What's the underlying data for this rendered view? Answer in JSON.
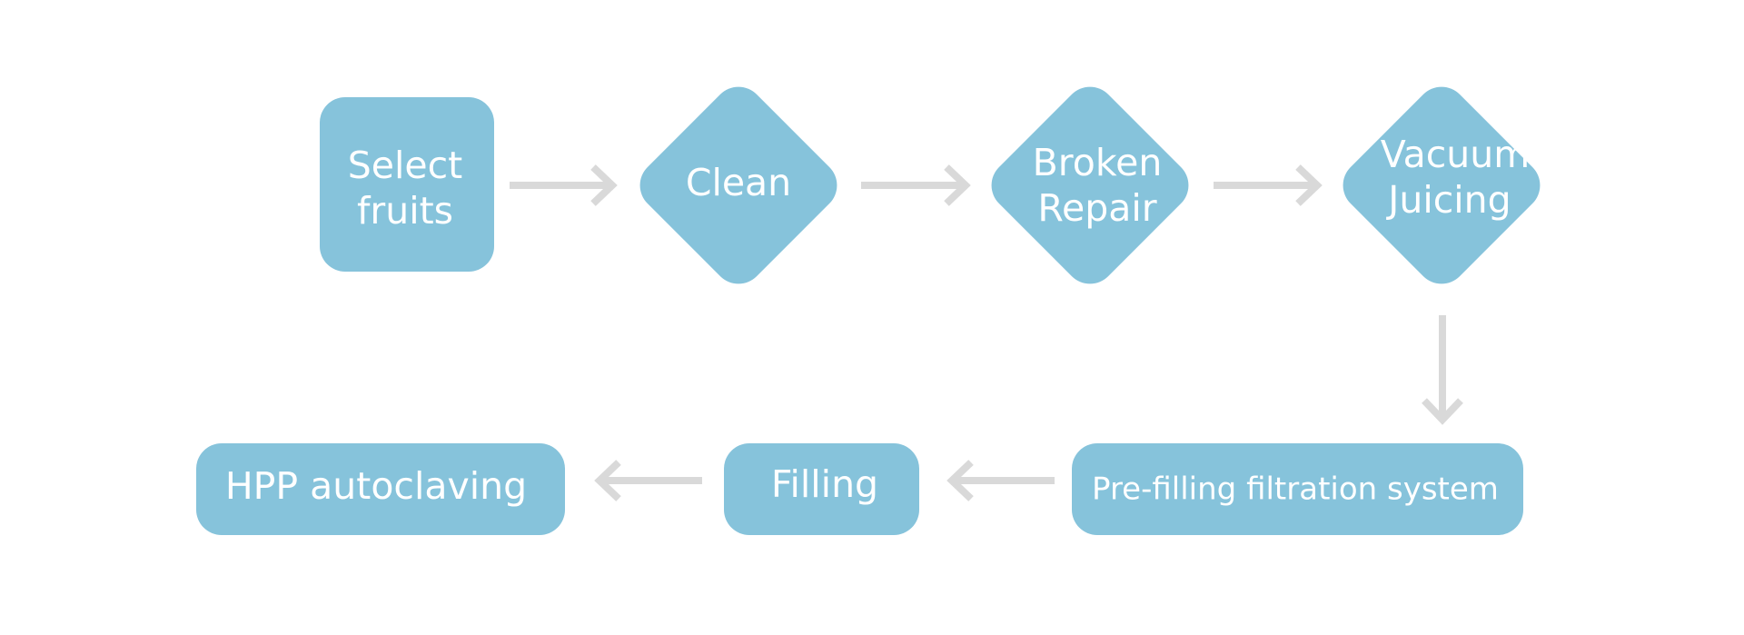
{
  "diagram": {
    "nodes": {
      "select_fruits": {
        "line1": "Select",
        "line2": "fruits"
      },
      "clean": {
        "label": "Clean"
      },
      "broken_repair": {
        "line1": "Broken",
        "line2": "Repair"
      },
      "vacuum_juicing": {
        "line1": "Vacuum",
        "line2": "Juicing"
      },
      "pre_filling": {
        "label": "Pre-filling filtration system"
      },
      "filling": {
        "label": "Filling"
      },
      "hpp": {
        "label": "HPP autoclaving"
      }
    },
    "colors": {
      "node_fill": "#86c3db",
      "node_text": "#ffffff",
      "arrow": "#d9d9d9"
    }
  }
}
